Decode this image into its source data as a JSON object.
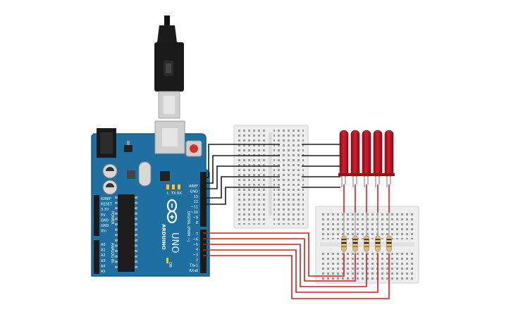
{
  "arduino": {
    "brand": "ARDUINO",
    "model": "UNO",
    "led_l": "L",
    "led_tx": "TX",
    "led_rx": "RX",
    "on_label": "ON",
    "power_label": "POWER",
    "analog_label": "ANALOG IN",
    "digital_label": "DIGITAL (PWM ~)",
    "power_pins": [
      "IOREF",
      "RESET",
      "3.3V",
      "5V",
      "GND",
      "GND",
      "Vin"
    ],
    "analog_pins": [
      "A0",
      "A1",
      "A2",
      "A3",
      "A4",
      "A5"
    ],
    "header_top": [
      "AREF",
      "GND",
      "13",
      "12",
      "~11",
      "~10",
      "~9",
      "8"
    ],
    "header_bottom": [
      "7",
      "~6",
      "~5",
      "4",
      "~3",
      "2",
      "TX▸1",
      "RX◂0"
    ]
  },
  "colors": {
    "board": "#1f6fa0",
    "board_edge": "#175a83",
    "breadboard": "#eeeeee",
    "wire_black": "#1a1a1a",
    "wire_red": "#cc1f1f",
    "led": "#b30f1a",
    "resistor": "#d8b98a"
  },
  "components": {
    "led_count": 5,
    "resistor_count": 5,
    "led_icon": "led-icon",
    "resistor_icon": "resistor-icon",
    "usb_icon": "usb-cable-icon"
  }
}
